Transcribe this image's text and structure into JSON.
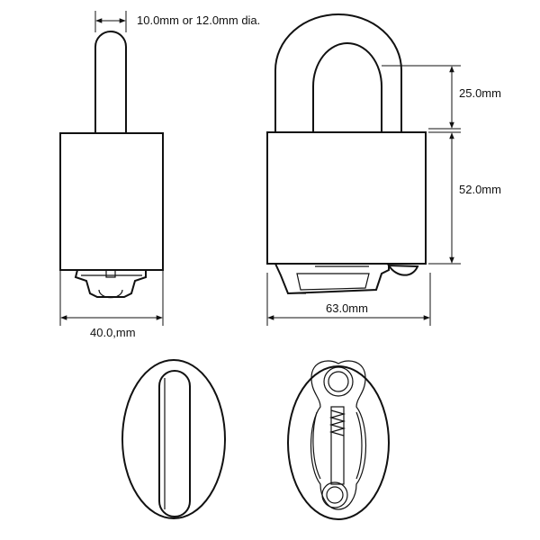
{
  "dimensions": {
    "shackle_diameter": "10.0mm or 12.0mm dia.",
    "side_width": "40.0,mm",
    "front_width": "63.0mm",
    "shackle_clearance": "25.0mm",
    "body_height": "52.0mm"
  },
  "colors": {
    "line": "#111111",
    "background": "#ffffff"
  }
}
